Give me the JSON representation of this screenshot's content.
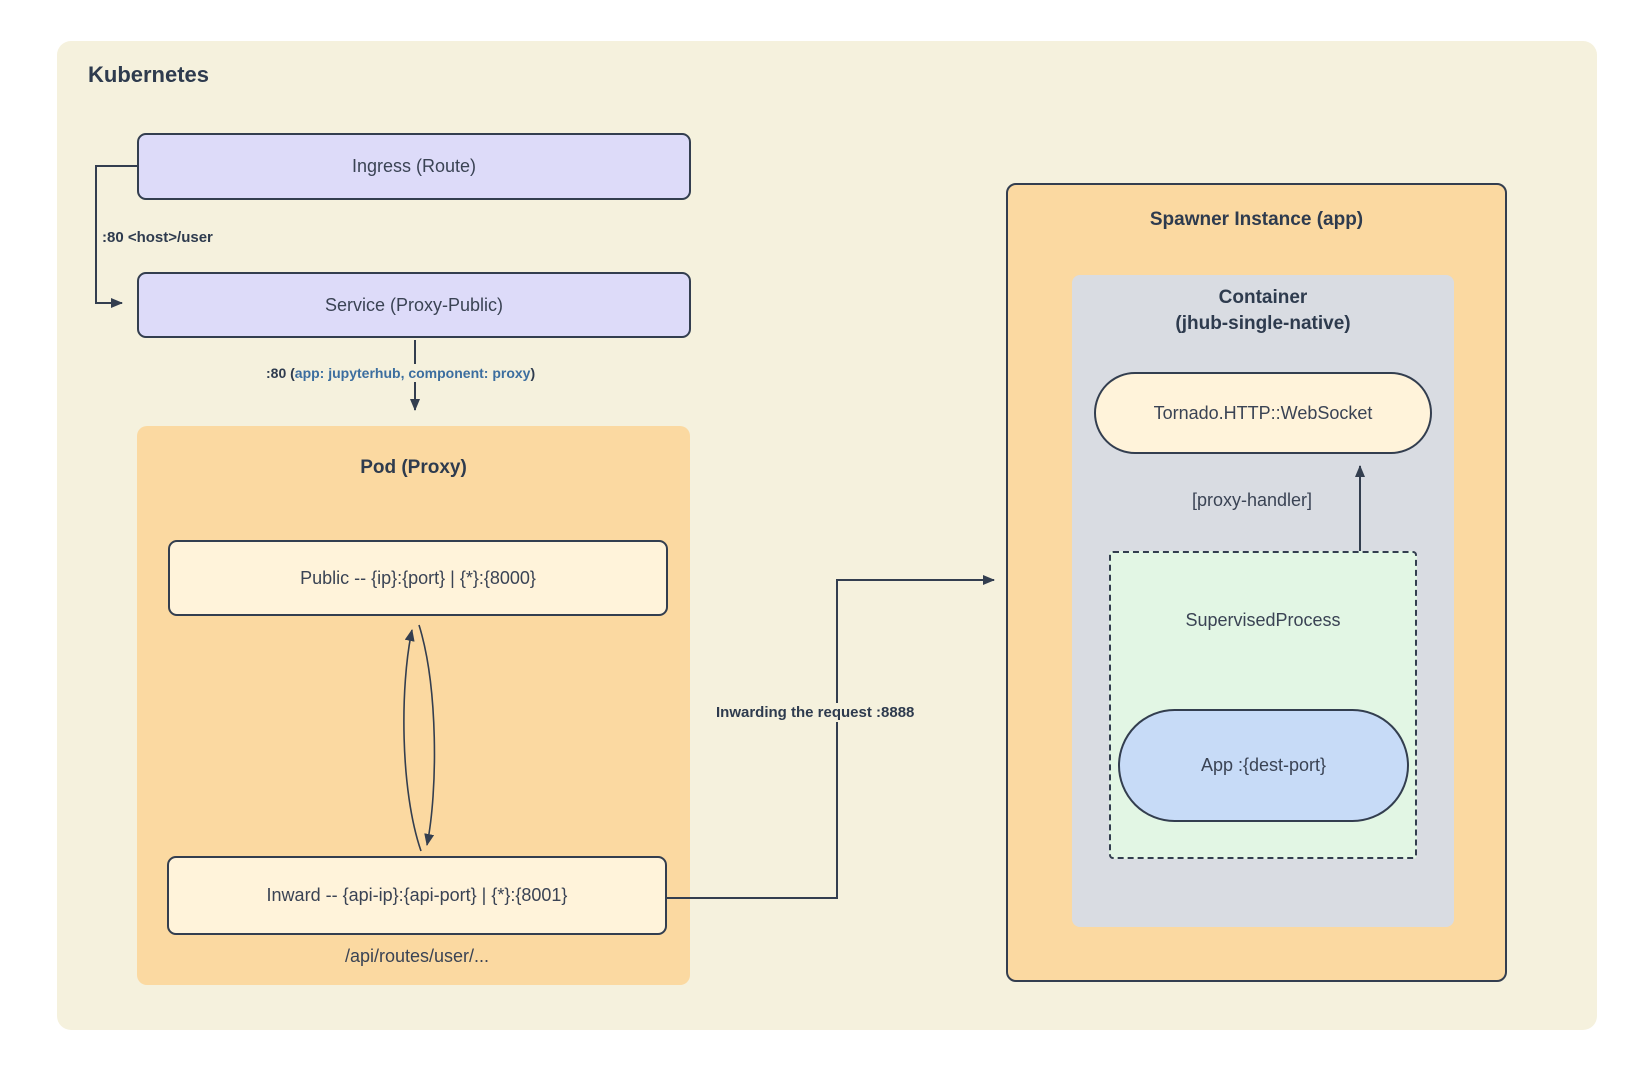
{
  "diagram": {
    "title": "Kubernetes",
    "nodes": {
      "ingress": {
        "label": "Ingress (Route)"
      },
      "service": {
        "label": "Service (Proxy-Public)"
      },
      "pod": {
        "title": "Pod (Proxy)",
        "public": {
          "label": "Public -- {ip}:{port} | {*}:{8000}"
        },
        "inward": {
          "label": "Inward -- {api-ip}:{api-port} | {*}:{8001}"
        },
        "api_route": "/api/routes/user/..."
      },
      "spawner": {
        "title": "Spawner Instance (app)",
        "container": {
          "title_line1": "Container",
          "title_line2": "(jhub-single-native)",
          "tornado": {
            "label": "Tornado.HTTP::WebSocket"
          },
          "proxy_handler": "[proxy-handler]",
          "supervised": {
            "label": "SupervisedProcess",
            "app": {
              "label": "App :{dest-port}"
            }
          }
        }
      }
    },
    "edges": {
      "ingress_to_service": {
        "label": ":80 <host>/user"
      },
      "service_to_pod": {
        "prefix": ":80 (",
        "selector": "app: jupyterhub, component: proxy",
        "suffix": ")"
      },
      "inward_to_spawner": {
        "label": "Inwarding the request :8888"
      }
    },
    "colors": {
      "page_background": "#FFFFFF",
      "boundary_fill": "#F5F1DD",
      "k8s_node_fill": "#DDDBF9",
      "pod_group_fill": "#FBD9A1",
      "inner_node_fill": "#FFF3DA",
      "container_fill": "#D9DCE2",
      "process_fill": "#E2F6E4",
      "app_fill": "#C7DBF7",
      "stroke": "#333E4F",
      "text": "#3A4354",
      "heading_text": "#2E3B4E",
      "selector_text": "#3C6E9F"
    }
  }
}
